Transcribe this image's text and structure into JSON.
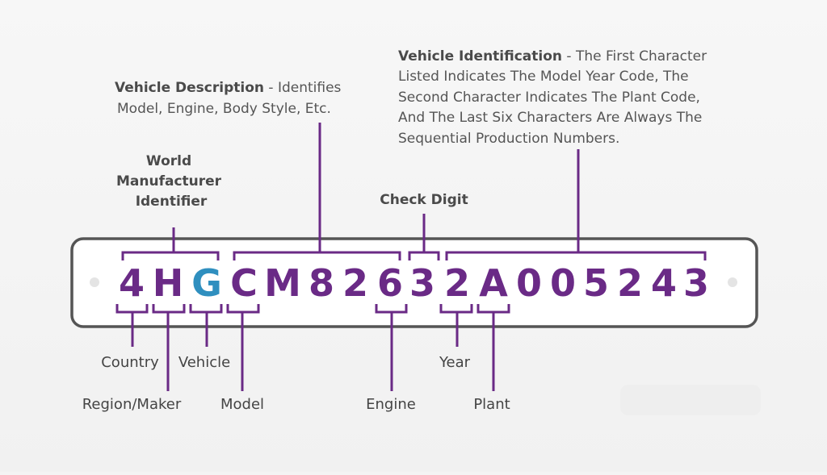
{
  "vin": {
    "characters": [
      "4",
      "H",
      "G",
      "C",
      "M",
      "8",
      "2",
      "6",
      "3",
      "2",
      "A",
      "0",
      "0",
      "5",
      "2",
      "4",
      "3"
    ],
    "highlight_index": 2
  },
  "colors": {
    "primary": "#6a2a86",
    "highlight": "#2f8fbf",
    "plate_border": "#555555",
    "text": "#444444"
  },
  "sections": {
    "wmi": "World Manufacturer Identifier",
    "wmi_lines": [
      "World",
      "Manufacturer",
      "Identifier"
    ],
    "vd_title": "Vehicle Description",
    "vd_text_1": " - Identifies",
    "vd_text_2": "Model, Engine, Body Style, Etc.",
    "check": "Check Digit",
    "vi_title": "Vehicle Identification",
    "vi_text_1": " - The First Character",
    "vi_text_2": "Listed Indicates The Model Year Code, The",
    "vi_text_3": "Second Character Indicates The Plant Code,",
    "vi_text_4": "And The Last Six Characters Are Always The",
    "vi_text_5": "Sequential Production Numbers."
  },
  "labels": {
    "country": "Country",
    "region": "Region/Maker",
    "vehicle": "Vehicle",
    "model": "Model",
    "engine": "Engine",
    "year": "Year",
    "plant": "Plant"
  }
}
